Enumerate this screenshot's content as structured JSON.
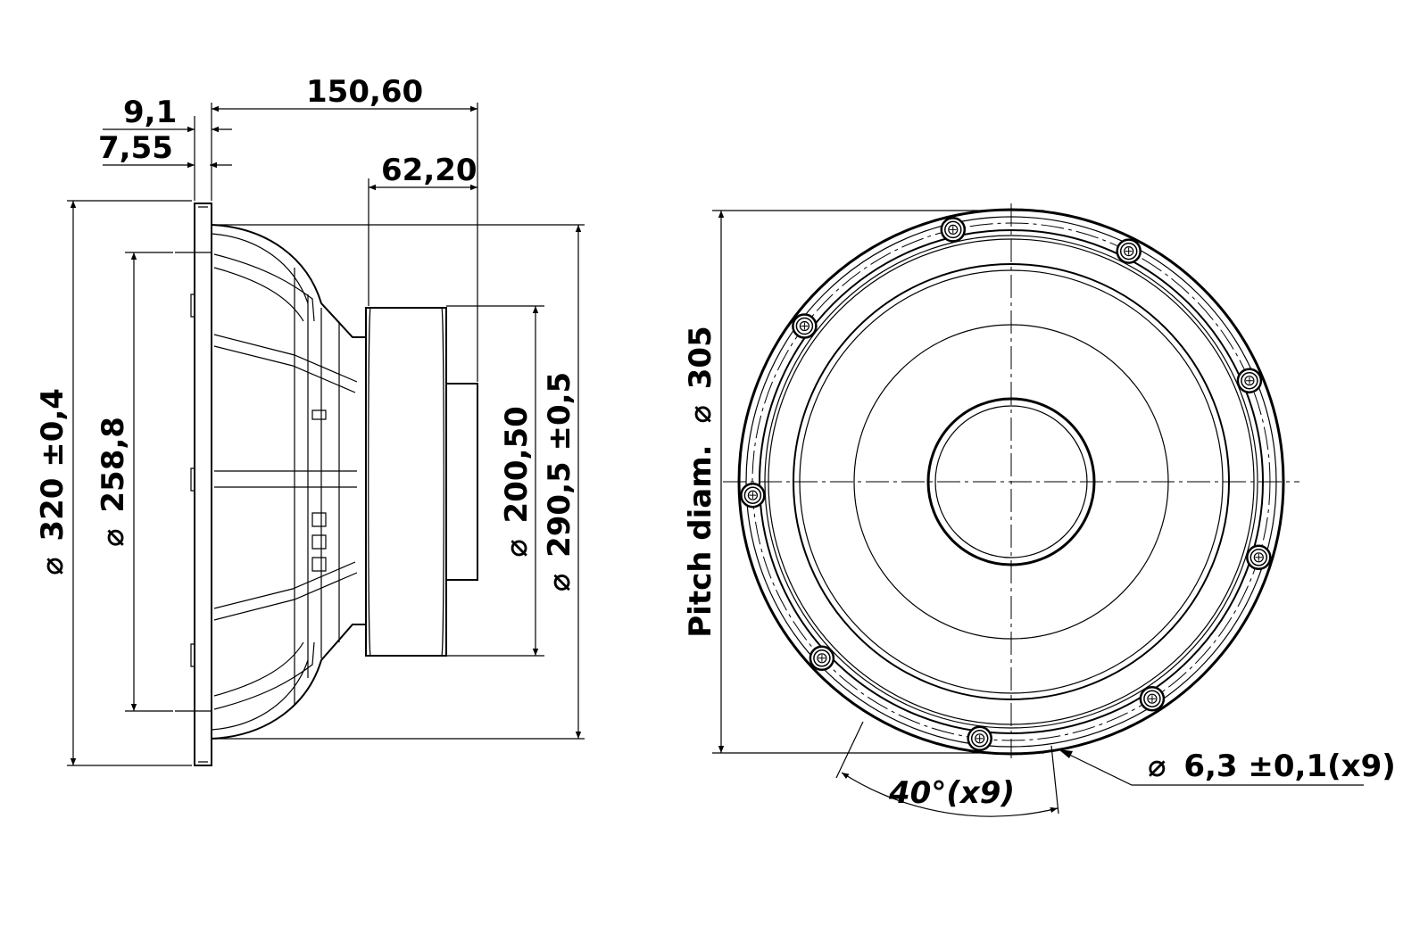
{
  "side_view": {
    "dim_overall_depth": "150,60",
    "dim_flange_thickness": "9,1",
    "dim_flange_front": "7,55",
    "dim_magnet_depth": "62,20",
    "dim_outer_diameter": "320 ±0,4",
    "dim_baffle_cutout": "258,8",
    "dim_magnet_diameter": "200,50",
    "dim_frame_diameter": "290,5 ±0,5"
  },
  "front_view": {
    "pitch_label": "Pitch diam.",
    "pitch_value": "305",
    "angle_label": "40°(x9)",
    "hole_label": "6,3 ±0,1(x9)",
    "mounting_hole_count": 9
  },
  "diameter_symbol": "⌀"
}
